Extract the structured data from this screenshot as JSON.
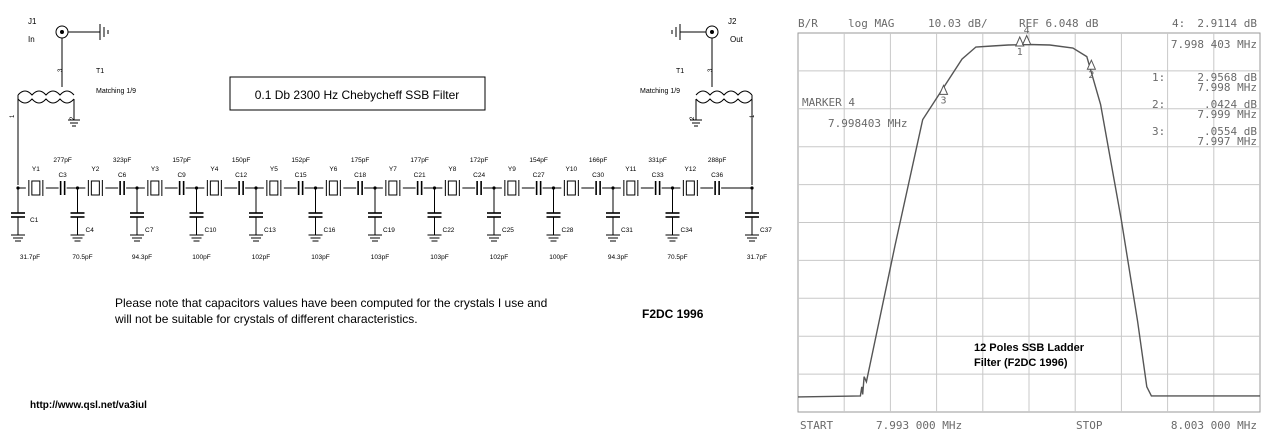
{
  "schematic": {
    "title": "0.1 Db 2300 Hz Chebycheff SSB Filter",
    "input": {
      "connector": "J1",
      "port": "In"
    },
    "output": {
      "connector": "J2",
      "port": "Out"
    },
    "transformer": {
      "ref": "T1",
      "label": "Matching 1/9",
      "pin_top": "3",
      "pin_bottom": "2",
      "pin_left": "1"
    },
    "crystals": [
      "Y1",
      "Y2",
      "Y3",
      "Y4",
      "Y5",
      "Y6",
      "Y7",
      "Y8",
      "Y9",
      "Y10",
      "Y11",
      "Y12"
    ],
    "series_caps": [
      {
        "ref": "C3",
        "value": "277pF"
      },
      {
        "ref": "C6",
        "value": "323pF"
      },
      {
        "ref": "C9",
        "value": "157pF"
      },
      {
        "ref": "C12",
        "value": "150pF"
      },
      {
        "ref": "C15",
        "value": "152pF"
      },
      {
        "ref": "C18",
        "value": "175pF"
      },
      {
        "ref": "C21",
        "value": "177pF"
      },
      {
        "ref": "C24",
        "value": "172pF"
      },
      {
        "ref": "C27",
        "value": "154pF"
      },
      {
        "ref": "C30",
        "value": "166pF"
      },
      {
        "ref": "C33",
        "value": "331pF"
      },
      {
        "ref": "C36",
        "value": "288pF"
      }
    ],
    "shunt_caps": [
      {
        "ref": "C1",
        "value": "31.7pF"
      },
      {
        "ref": "C4",
        "value": "70.5pF"
      },
      {
        "ref": "C7",
        "value": "94.3pF"
      },
      {
        "ref": "C10",
        "value": "100pF"
      },
      {
        "ref": "C13",
        "value": "102pF"
      },
      {
        "ref": "C16",
        "value": "103pF"
      },
      {
        "ref": "C19",
        "value": "103pF"
      },
      {
        "ref": "C22",
        "value": "103pF"
      },
      {
        "ref": "C25",
        "value": "102pF"
      },
      {
        "ref": "C28",
        "value": "100pF"
      },
      {
        "ref": "C31",
        "value": "94.3pF"
      },
      {
        "ref": "C34",
        "value": "70.5pF"
      },
      {
        "ref": "C37",
        "value": "31.7pF"
      }
    ],
    "note_line1": "Please note that capacitors values have been computed for the crystals I use and",
    "note_line2": "will not be suitable for crystals of different characteristics.",
    "author": "F2DC 1996",
    "url": "http://www.qsl.net/va3iul"
  },
  "analyzer": {
    "header_mode": "B/R",
    "header_format": "log MAG",
    "header_scale": "10.03 dB/",
    "header_ref": "REF 6.048 dB",
    "active_marker": {
      "label": "4:",
      "value": "2.9114 dB",
      "freq": "7.998 403 MHz"
    },
    "marker_panel": {
      "title": "MARKER 4",
      "freq": "7.998403 MHz"
    },
    "marker_list": [
      {
        "label": "1:",
        "value": "2.9568 dB",
        "freq": "7.998 MHz"
      },
      {
        "label": "2:",
        "value": ".0424 dB",
        "freq": "7.999 MHz"
      },
      {
        "label": "3:",
        "value": ".0554 dB",
        "freq": "7.997 MHz"
      }
    ],
    "trace_markers": [
      "3",
      "1",
      "4",
      "2"
    ],
    "caption_line1": "12 Poles SSB Ladder",
    "caption_line2": "Filter (F2DC 1996)",
    "start_label": "START",
    "start_value": "7.993 000 MHz",
    "stop_label": "STOP",
    "stop_value": "8.003 000 MHz",
    "trace_color": "#555555",
    "grid_color": "#c8c8c8"
  }
}
